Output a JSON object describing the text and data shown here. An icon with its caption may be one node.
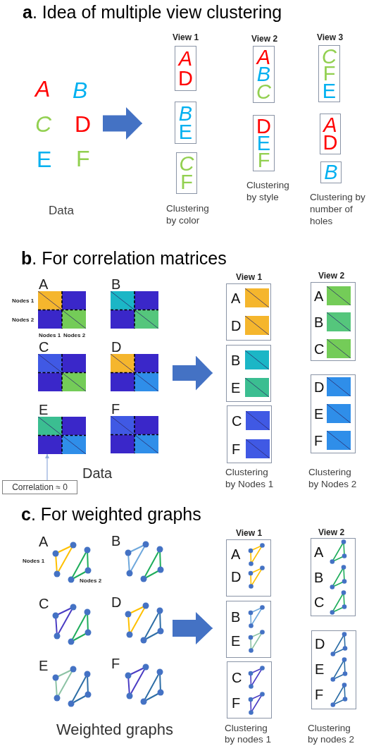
{
  "diagram": {
    "nodes": [
      {
        "text": [
          "A",
          "B",
          "C",
          "D",
          "E",
          "F"
        ],
        "beside": [
          "Data"
        ]
      },
      {
        "text": [
          "A",
          "D"
        ]
      },
      {
        "text": [
          "B",
          "E"
        ]
      },
      {
        "text": [
          "C",
          "F"
        ]
      },
      {
        "text": [
          "A",
          "B",
          "C"
        ]
      },
      {
        "text": [
          "D",
          "E",
          "F"
        ]
      },
      {
        "text": [
          "C",
          "F",
          "E"
        ]
      },
      {
        "text": [
          "A",
          "D"
        ]
      },
      {
        "text": [
          "B"
        ]
      },
      {
        "text": [
          "Data"
        ]
      },
      {
        "text": [
          "A"
        ],
        "in": 9,
        "beside": [
          "Nodes 1",
          "Nodes 2",
          "Nodes 1",
          "Nodes 2"
        ]
      },
      {
        "text": [
          "B"
        ],
        "in": 9
      },
      {
        "text": [
          "C"
        ],
        "in": 9
      },
      {
        "text": [
          "D"
        ],
        "in": 9
      },
      {
        "text": [
          "E"
        ],
        "in": 9
      },
      {
        "text": [
          "F"
        ],
        "in": 9
      },
      {
        "text": [
          "Correlation ≈ 0"
        ]
      },
      {
        "text": [
          "A",
          "D"
        ]
      },
      {
        "text": [
          "B",
          "E"
        ]
      },
      {
        "text": [
          "C",
          "F"
        ]
      },
      {
        "text": [
          "A",
          "B",
          "C"
        ]
      },
      {
        "text": [
          "D",
          "E",
          "F"
        ]
      },
      {
        "text": [
          "Weighted graphs"
        ]
      },
      {
        "text": [
          "A",
          "Nodes 1",
          "Nodes 2"
        ],
        "in": 22
      },
      {
        "text": [
          "B"
        ],
        "in": 22
      },
      {
        "text": [
          "C"
        ],
        "in": 22
      },
      {
        "text": [
          "D"
        ],
        "in": 22
      },
      {
        "text": [
          "E"
        ],
        "in": 22
      },
      {
        "text": [
          "F"
        ],
        "in": 22
      },
      {
        "text": [
          "A",
          "D"
        ]
      },
      {
        "text": [
          "B",
          "E"
        ]
      },
      {
        "text": [
          "C",
          "F"
        ]
      },
      {
        "text": [
          "A",
          "B",
          "C"
        ]
      },
      {
        "text": [
          "D",
          "E",
          "F"
        ]
      }
    ],
    "edges": [
      {
        "from": 0,
        "to": null,
        "arrow": "to"
      },
      {
        "from": 9,
        "to": 18,
        "arrow": "to"
      },
      {
        "from": 16,
        "to": 14,
        "arrow": "to",
        "color": "#8faadc"
      },
      {
        "from": 22,
        "to": 30,
        "arrow": "to"
      }
    ],
    "labels": [
      "**a**. Idea of multiple view clustering",
      "View 1",
      "View 2",
      "View 3",
      "Clustering by color",
      "Clustering by style",
      "Clustering by number of holes",
      "**b**. For correlation matrices",
      "View 1",
      "View 2",
      "Clustering by Nodes 1",
      "Clustering by Nodes 2",
      "**c**. For weighted graphs",
      "View 1",
      "View 2",
      "Clustering by nodes 1",
      "Clustering by nodes 2"
    ]
  }
}
